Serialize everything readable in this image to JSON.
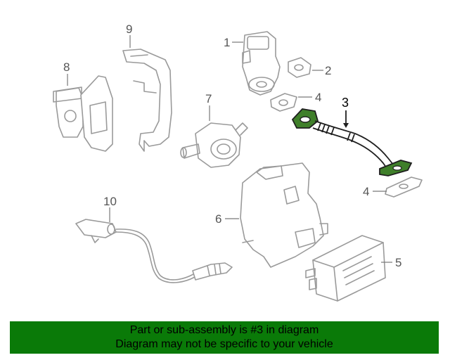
{
  "callouts": {
    "c1": "1",
    "c2": "2",
    "c3": "3",
    "c4a": "4",
    "c4b": "4",
    "c5": "5",
    "c6": "6",
    "c7": "7",
    "c8": "8",
    "c9": "9",
    "c10": "10"
  },
  "banner": {
    "line1": "Part or sub-assembly is #3 in diagram",
    "line2": "Diagram may not be specific to your vehicle"
  },
  "colors": {
    "highlight_part": "#3f7f2a",
    "banner_bg": "#0a7a08",
    "line_art": "#9a9a9a"
  }
}
